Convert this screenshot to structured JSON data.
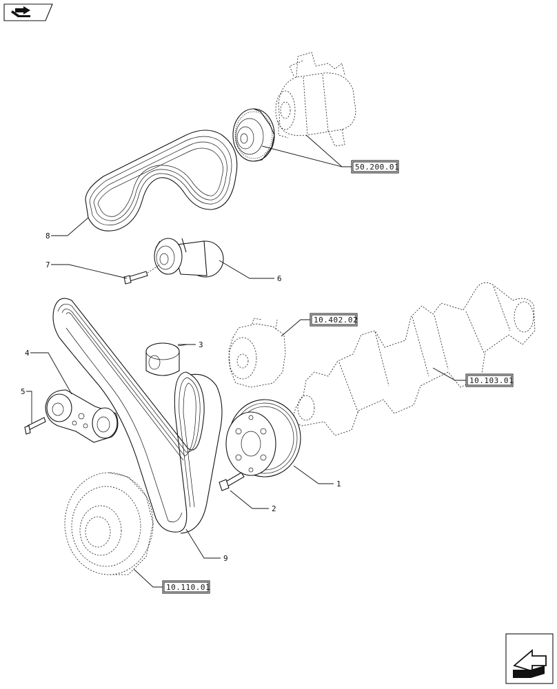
{
  "parts": [
    {
      "no": "1",
      "name": "crankshaft-pulley"
    },
    {
      "no": "2",
      "name": "pulley-screw"
    },
    {
      "no": "3",
      "name": "idler-roller"
    },
    {
      "no": "4",
      "name": "belt-tensioner"
    },
    {
      "no": "5",
      "name": "tensioner-screw"
    },
    {
      "no": "6",
      "name": "tensioner-roller-assembly"
    },
    {
      "no": "7",
      "name": "roller-bolt"
    },
    {
      "no": "8",
      "name": "compressor-belt"
    },
    {
      "no": "9",
      "name": "main-drive-belt"
    }
  ],
  "references": {
    "compressor": "50.200.01",
    "water_pump": "10.402.02",
    "crankshaft": "10.103.01",
    "damper": "10.110.01"
  },
  "icons": {
    "top_left": "book-arrow-icon",
    "bottom_right": "next-page-arrow-icon"
  }
}
